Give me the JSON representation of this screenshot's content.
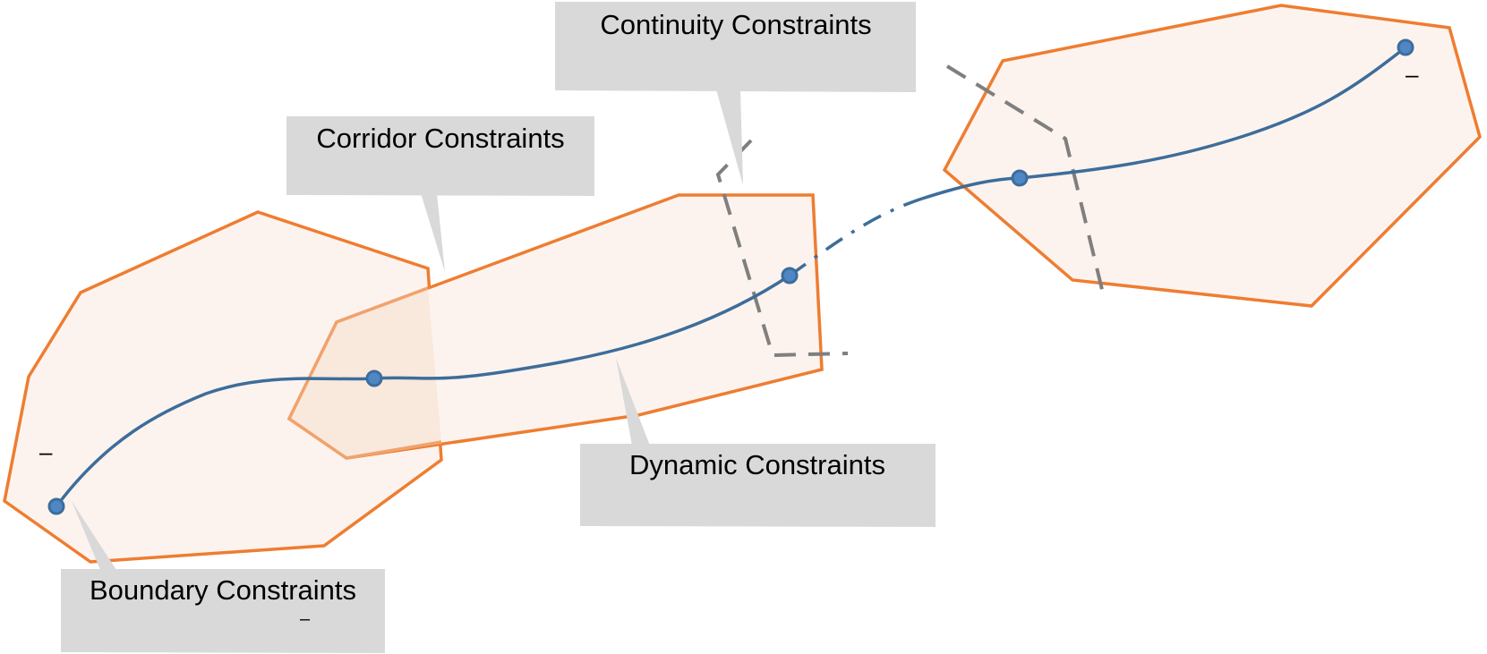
{
  "labels": {
    "continuity": "Continuity Constraints",
    "corridor": "Corridor Constraints",
    "dynamic": "Dynamic Constraints",
    "boundary": "Boundary Constraints"
  },
  "marks": {
    "start": "–",
    "end": "–",
    "boundary": "–"
  },
  "colors": {
    "region_stroke": "#ee7d31",
    "region_fill": "#fdf3ee",
    "overlap_fill": "#f9e8dc",
    "overlap_stroke": "#f0a36d",
    "trajectory": "#3d6d9a",
    "waypoint_fill": "#4f86c6",
    "dashed_line": "#7f7f7f",
    "callout_bg": "#d9d9d9"
  }
}
